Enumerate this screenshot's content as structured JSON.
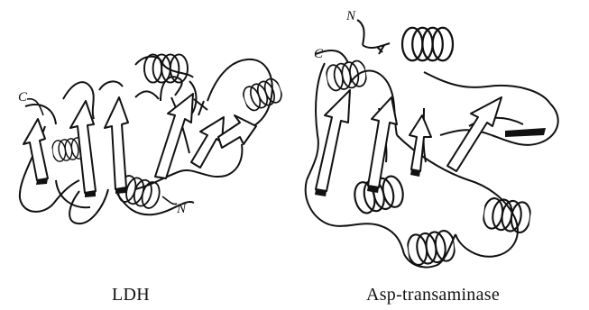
{
  "panels": [
    {
      "caption": "LDH",
      "labels": {
        "c_terminus": "C",
        "n_terminus": "N"
      }
    },
    {
      "caption": "Asp-transaminase",
      "labels": {
        "c_terminus": "C",
        "n_terminus": "N"
      }
    }
  ],
  "colors": {
    "ink": "#111111",
    "background": "#ffffff"
  }
}
